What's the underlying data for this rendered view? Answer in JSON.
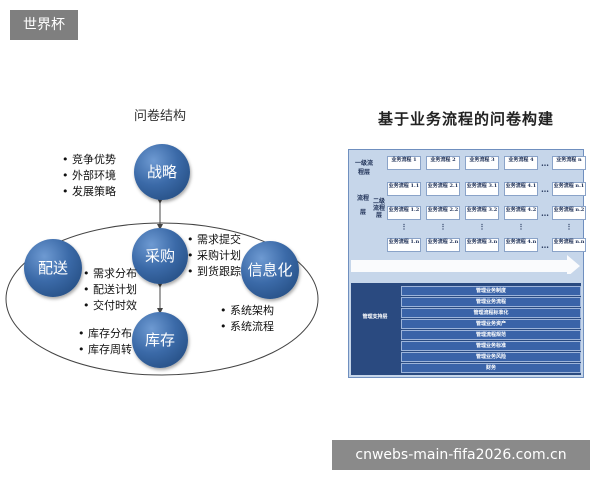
{
  "badge": "世界杯",
  "watermark": "cnwebs-main-fifa2026.com.cn",
  "left_diagram": {
    "title": "问卷结构",
    "nodes": {
      "strategy": "战略",
      "purchase": "采购",
      "delivery": "配送",
      "info": "信息化",
      "stock": "库存"
    },
    "lists": {
      "strategy": [
        "竞争优势",
        "外部环境",
        "发展策略"
      ],
      "purchase": [
        "需求提交",
        "采购计划",
        "到货跟踪"
      ],
      "delivery": [
        "需求分布",
        "配送计划",
        "交付时效"
      ],
      "info": [
        "系统架构",
        "系统流程"
      ],
      "stock": [
        "库存分布",
        "库存周转"
      ]
    }
  },
  "right_diagram": {
    "title": "基于业务流程的问卷构建",
    "row_label_top": "流程层",
    "row_label_sub": "一级流程层",
    "row_label_sub2": "二级流程层",
    "level1": [
      "业务流程 1",
      "业务流程 2",
      "业务流程 3",
      "业务流程 4",
      "业务流程 n"
    ],
    "level2": [
      [
        "业务流程 1.1",
        "业务流程 2.1",
        "业务流程 3.1",
        "业务流程 4.1",
        "业务流程 n.1"
      ],
      [
        "业务流程 1.2",
        "业务流程 2.2",
        "业务流程 3.2",
        "业务流程 4.2",
        "业务流程 n.2"
      ],
      [
        "业务流程 1.n",
        "业务流程 2.n",
        "业务流程 3.n",
        "业务流程 4.n",
        "业务流程 n.n"
      ]
    ],
    "ellipsis": "…",
    "support_label": "管理支持层",
    "support_rows": [
      "管理业务制度",
      "管理业务流程",
      "管理流程标准化",
      "管理业务资产",
      "管理流程规范",
      "管理业务标准",
      "管理业务风险",
      "财务"
    ]
  }
}
